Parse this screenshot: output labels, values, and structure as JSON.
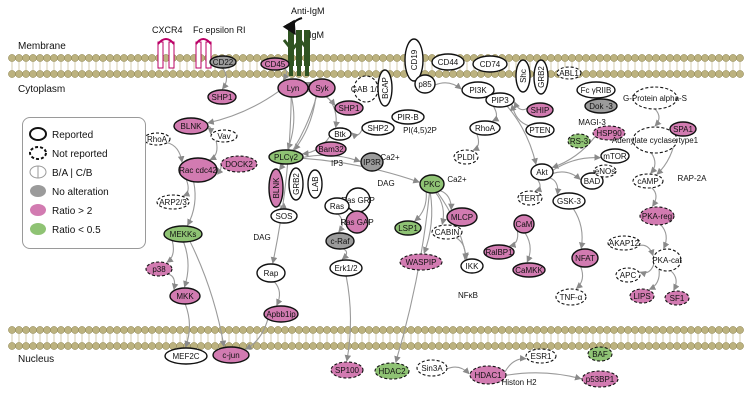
{
  "colors": {
    "pink": "#d27bb1",
    "green": "#8fc374",
    "gray": "#9b9b9b",
    "dark_green": "#2f5322",
    "bead": "#bcb27f",
    "edge": "#9a9a9a"
  },
  "labels": {
    "membrane": "Membrane",
    "cytoplasm": "Cytoplasm",
    "nucleus": "Nucleus",
    "anti_igm": "Anti-IgM",
    "igm": "IgM",
    "cxcr4": "CXCR4",
    "fc_epsilon": "Fc epsilon RI"
  },
  "legend": {
    "reported": "Reported",
    "not_reported": "Not reported",
    "ba_cb": "B/A | C/B",
    "no_alteration": "No alteration",
    "ratio_up": "Ratio > 2",
    "ratio_down": "Ratio < 0.5"
  },
  "nodes": [
    {
      "key": "cd22",
      "text": "CD22",
      "fill": "gray",
      "border": "solid"
    },
    {
      "key": "cd45",
      "text": "CD45",
      "fill": "pink",
      "border": "solid"
    },
    {
      "key": "shp1_a",
      "text": "SHP1",
      "fill": "pink",
      "border": "solid"
    },
    {
      "key": "lyn",
      "text": "Lyn",
      "fill": "pink",
      "border": "solid"
    },
    {
      "key": "syk",
      "text": "Syk",
      "fill": "pink",
      "border": "solid"
    },
    {
      "key": "gab12",
      "text": "GAB 1/2",
      "fill": "white",
      "border": "dashed"
    },
    {
      "key": "bcap",
      "text": "BCAP",
      "fill": "white",
      "border": "solid"
    },
    {
      "key": "cd19",
      "text": "CD19",
      "fill": "white",
      "border": "solid"
    },
    {
      "key": "p85",
      "text": "p85",
      "fill": "white",
      "border": "solid"
    },
    {
      "key": "cd44",
      "text": "CD44",
      "fill": "white",
      "border": "solid"
    },
    {
      "key": "cd74",
      "text": "CD74",
      "fill": "white",
      "border": "solid"
    },
    {
      "key": "shc",
      "text": "Shc",
      "fill": "white",
      "border": "solid"
    },
    {
      "key": "grb2_a",
      "text": "GRB2",
      "fill": "white",
      "border": "solid"
    },
    {
      "key": "abl1",
      "text": "ABL1",
      "fill": "white",
      "border": "dashed"
    },
    {
      "key": "fcgriib",
      "text": "Fc γRIIB",
      "fill": "white",
      "border": "solid"
    },
    {
      "key": "shp1_b",
      "text": "SHP1",
      "fill": "pink",
      "border": "solid"
    },
    {
      "key": "blnk_a",
      "text": "BLNK",
      "fill": "pink",
      "border": "solid"
    },
    {
      "key": "vav",
      "text": "Vav",
      "fill": "white",
      "border": "dashed"
    },
    {
      "key": "rhoa_a",
      "text": "RhoA",
      "fill": "white",
      "border": "dashed"
    },
    {
      "key": "rac",
      "text": "Rac cdc42",
      "fill": "pink",
      "border": "solid"
    },
    {
      "key": "dock2",
      "text": "DOCK2",
      "fill": "pink",
      "border": "dashed"
    },
    {
      "key": "arp23",
      "text": "ARP2/3",
      "fill": "white",
      "border": "dashed"
    },
    {
      "key": "mekks",
      "text": "MEKKs",
      "fill": "green",
      "border": "solid"
    },
    {
      "key": "p38",
      "text": "p38",
      "fill": "pink",
      "border": "dashed"
    },
    {
      "key": "mkk",
      "text": "MKK",
      "fill": "pink",
      "border": "solid"
    },
    {
      "key": "mef2c",
      "text": "MEF2C",
      "fill": "white",
      "border": "solid"
    },
    {
      "key": "cjun",
      "text": "c-jun",
      "fill": "pink",
      "border": "solid"
    },
    {
      "key": "btk",
      "text": "Btk",
      "fill": "white",
      "border": "solid"
    },
    {
      "key": "shp2",
      "text": "SHP2",
      "fill": "white",
      "border": "solid"
    },
    {
      "key": "bam32",
      "text": "Bam32",
      "fill": "pink",
      "border": "solid"
    },
    {
      "key": "pirb",
      "text": "PIR-B",
      "fill": "white",
      "border": "solid"
    },
    {
      "key": "plcg2",
      "text": "PLCγ2",
      "fill": "green",
      "border": "solid"
    },
    {
      "key": "blnk_b",
      "text": "BLNK",
      "fill": "pink",
      "border": "solid"
    },
    {
      "key": "grb2_b",
      "text": "GRB2",
      "fill": "white",
      "border": "solid"
    },
    {
      "key": "lab",
      "text": "LAB",
      "fill": "white",
      "border": "solid"
    },
    {
      "key": "sos",
      "text": "SOS",
      "fill": "white",
      "border": "solid"
    },
    {
      "key": "dag_a",
      "text": "DAG",
      "fill": "none",
      "border": "none"
    },
    {
      "key": "rap",
      "text": "Rap",
      "fill": "white",
      "border": "solid"
    },
    {
      "key": "apbb1ip",
      "text": "Apbb1ip",
      "fill": "pink",
      "border": "solid"
    },
    {
      "key": "ip3",
      "text": "IP3",
      "fill": "none",
      "border": "none"
    },
    {
      "key": "ip3r",
      "text": "IP3R",
      "fill": "gray",
      "border": "solid"
    },
    {
      "key": "ca_a",
      "text": "Ca2+",
      "fill": "none",
      "border": "none"
    },
    {
      "key": "pip2",
      "text": "PI(4,5)2P",
      "fill": "none",
      "border": "none"
    },
    {
      "key": "dag_b",
      "text": "DAG",
      "fill": "none",
      "border": "none"
    },
    {
      "key": "rasgrp",
      "text": "Ras GRP",
      "fill": "white",
      "border": "solid"
    },
    {
      "key": "rasgap",
      "text": "Ras GAP",
      "fill": "pink",
      "border": "solid"
    },
    {
      "key": "ras",
      "text": "Ras",
      "fill": "white",
      "border": "solid"
    },
    {
      "key": "craf",
      "text": "c-Raf",
      "fill": "gray",
      "border": "solid"
    },
    {
      "key": "erk12",
      "text": "Erk1/2",
      "fill": "white",
      "border": "solid"
    },
    {
      "key": "lsp1",
      "text": "LSP1",
      "fill": "green",
      "border": "solid"
    },
    {
      "key": "pkc",
      "text": "PKC",
      "fill": "green",
      "border": "solid"
    },
    {
      "key": "ca_b",
      "text": "Ca2+",
      "fill": "none",
      "border": "none"
    },
    {
      "key": "mlcp",
      "text": "MLCP",
      "fill": "pink",
      "border": "solid"
    },
    {
      "key": "waspip",
      "text": "WASPIP",
      "fill": "pink",
      "border": "dashed"
    },
    {
      "key": "cabin",
      "text": "CABIN",
      "fill": "white",
      "border": "dashed"
    },
    {
      "key": "ikk",
      "text": "IKK",
      "fill": "white",
      "border": "solid"
    },
    {
      "key": "nfkb",
      "text": "NFκB",
      "fill": "none",
      "border": "none"
    },
    {
      "key": "pi3k",
      "text": "PI3K",
      "fill": "white",
      "border": "solid"
    },
    {
      "key": "pip3",
      "text": "PIP3",
      "fill": "white",
      "border": "solid"
    },
    {
      "key": "rhoa_b",
      "text": "RhoA",
      "fill": "white",
      "border": "solid"
    },
    {
      "key": "pldi",
      "text": "PLDI",
      "fill": "white",
      "border": "dashed"
    },
    {
      "key": "ship",
      "text": "SHIP",
      "fill": "pink",
      "border": "solid"
    },
    {
      "key": "pten",
      "text": "PTEN",
      "fill": "white",
      "border": "solid"
    },
    {
      "key": "dok3",
      "text": "Dok -3",
      "fill": "gray",
      "border": "solid"
    },
    {
      "key": "rs3",
      "text": "RS-3",
      "fill": "green",
      "border": "dashed"
    },
    {
      "key": "magi3",
      "text": "MAGI-3",
      "fill": "none",
      "border": "none"
    },
    {
      "key": "hsp90",
      "text": "HSP90",
      "fill": "pink",
      "border": "dashed"
    },
    {
      "key": "mtor",
      "text": "mTOR",
      "fill": "white",
      "border": "solid"
    },
    {
      "key": "akt",
      "text": "Akt",
      "fill": "white",
      "border": "solid"
    },
    {
      "key": "tert",
      "text": "TERT",
      "fill": "white",
      "border": "dashed"
    },
    {
      "key": "bad",
      "text": "BAD",
      "fill": "white",
      "border": "solid"
    },
    {
      "key": "enos",
      "text": "eNOs",
      "fill": "white",
      "border": "dashed"
    },
    {
      "key": "gsk3",
      "text": "GSK-3",
      "fill": "white",
      "border": "solid"
    },
    {
      "key": "cam",
      "text": "CaM",
      "fill": "pink",
      "border": "solid"
    },
    {
      "key": "ralbp1",
      "text": "RalBP1",
      "fill": "pink",
      "border": "solid"
    },
    {
      "key": "camkk",
      "text": "CaMKK",
      "fill": "pink",
      "border": "solid"
    },
    {
      "key": "nfat",
      "text": "NFAT",
      "fill": "pink",
      "border": "solid"
    },
    {
      "key": "tnfa",
      "text": "TNF-α",
      "fill": "white",
      "border": "dashed"
    },
    {
      "key": "gprot",
      "text": "G-Protein alpha-S",
      "fill": "white",
      "border": "dashed"
    },
    {
      "key": "adcy",
      "text": "Adenylate cyclase type1",
      "fill": "white",
      "border": "dashed"
    },
    {
      "key": "spa1",
      "text": "SPA1",
      "fill": "pink",
      "border": "solid"
    },
    {
      "key": "camp",
      "text": "cAMP",
      "fill": "white",
      "border": "dashed"
    },
    {
      "key": "rap2a",
      "text": "RAP-2A",
      "fill": "none",
      "border": "none"
    },
    {
      "key": "pkareg",
      "text": "PKA-reg",
      "fill": "pink",
      "border": "dashed"
    },
    {
      "key": "akap12",
      "text": "AKAP12",
      "fill": "white",
      "border": "dashed"
    },
    {
      "key": "pkacat",
      "text": "PKA-cat",
      "fill": "white",
      "border": "dashed"
    },
    {
      "key": "apc",
      "text": "APC",
      "fill": "white",
      "border": "dashed"
    },
    {
      "key": "lips",
      "text": "LIPS",
      "fill": "pink",
      "border": "dashed"
    },
    {
      "key": "sf1",
      "text": "SF1",
      "fill": "pink",
      "border": "dashed"
    },
    {
      "key": "sp100",
      "text": "SP100",
      "fill": "pink",
      "border": "dashed"
    },
    {
      "key": "hdac2",
      "text": "HDAC2",
      "fill": "green",
      "border": "dashed"
    },
    {
      "key": "sin3a",
      "text": "Sin3A",
      "fill": "white",
      "border": "dashed"
    },
    {
      "key": "hdac1",
      "text": "HDAC1",
      "fill": "pink",
      "border": "dashed"
    },
    {
      "key": "esr1",
      "text": "ESR1",
      "fill": "white",
      "border": "dashed"
    },
    {
      "key": "baf",
      "text": "BAF",
      "fill": "green",
      "border": "dashed"
    },
    {
      "key": "histone",
      "text": "Histon H2",
      "fill": "none",
      "border": "none"
    },
    {
      "key": "p53bp1",
      "text": "p53BP1",
      "fill": "pink",
      "border": "dashed"
    }
  ]
}
